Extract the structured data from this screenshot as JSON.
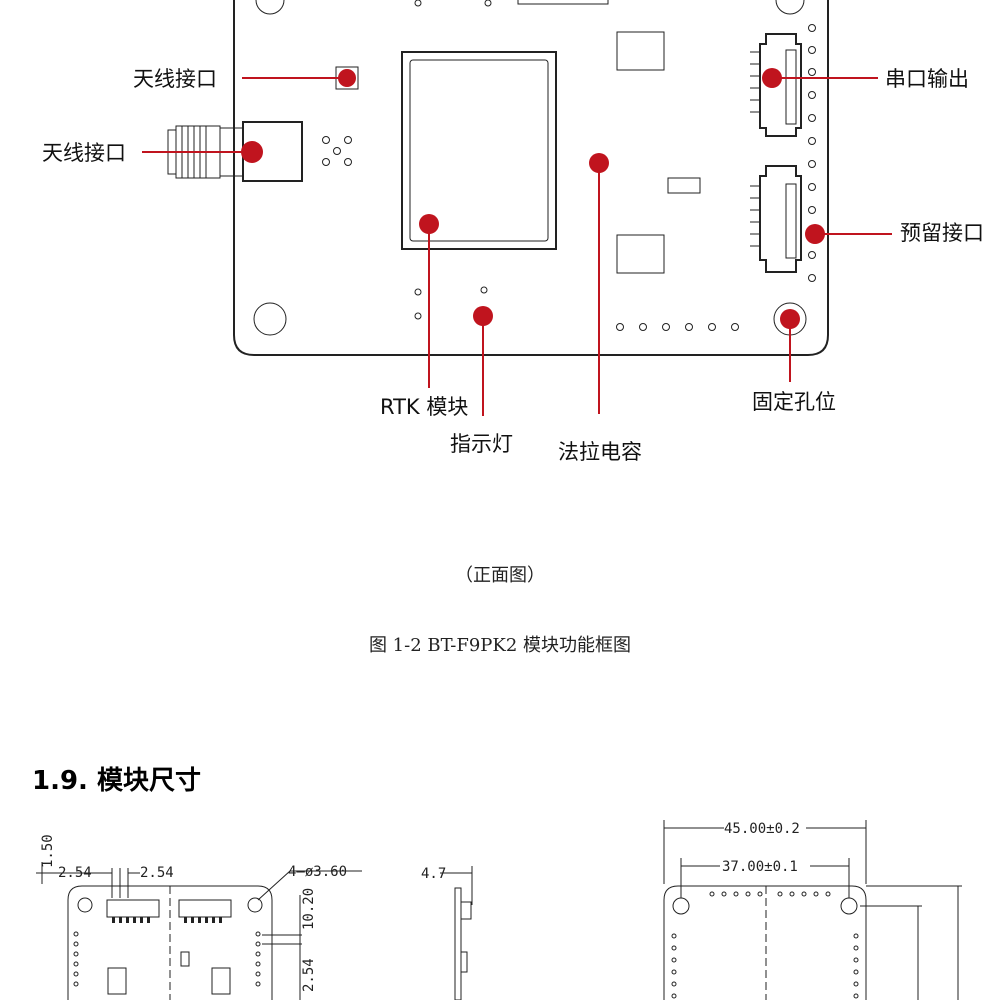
{
  "front_view": {
    "labels": {
      "antenna_upper": "天线接口",
      "antenna_lower": "天线接口",
      "serial_output": "串口输出",
      "reserved_port": "预留接口",
      "rtk_module": "RTK 模块",
      "indicator": "指示灯",
      "farad_cap": "法拉电容",
      "mount_hole": "固定孔位"
    },
    "view_caption": "（正面图）",
    "figure_caption": "图 1-2 BT-F9PK2 模块功能框图"
  },
  "section": {
    "heading": "1.9. 模块尺寸"
  },
  "dimensions": {
    "d_1_50": "1.50",
    "d_2_54_a": "2.54",
    "d_2_54_b": "2.54",
    "d_holes": "4—ø3.60",
    "d_10_20": "10.20",
    "d_2_54_v": "2.54",
    "d_4_7": "4.7",
    "d_45": "45.00±0.2",
    "d_37": "37.00±0.1"
  },
  "colors": {
    "accent": "#c0141e"
  }
}
